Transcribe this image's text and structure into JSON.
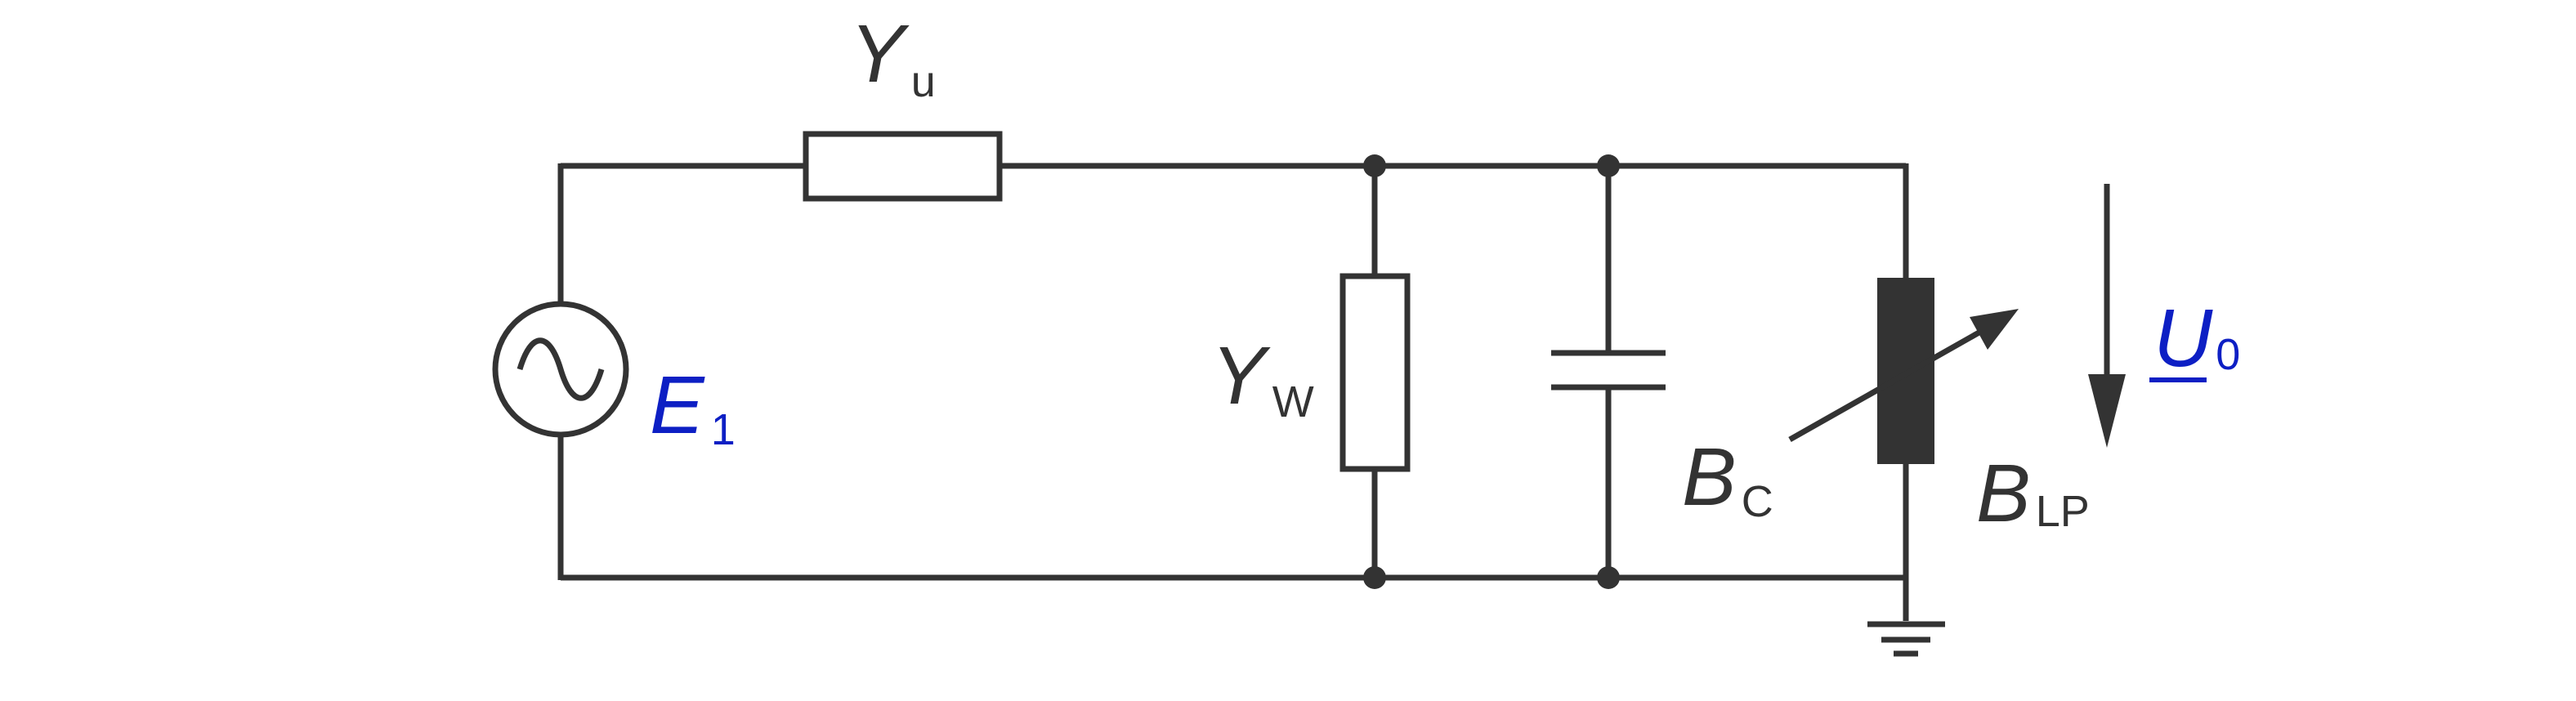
{
  "colors": {
    "wire": "#333333",
    "accent": "#0d1fc4",
    "background": "#ffffff"
  },
  "labels": {
    "yu": {
      "main": "Y",
      "sub": "u"
    },
    "yw": {
      "main": "Y",
      "sub": "W"
    },
    "e1": {
      "main": "E",
      "sub": "1"
    },
    "bc": {
      "main": "B",
      "sub": "C"
    },
    "blp": {
      "main": "B",
      "sub": "LP"
    },
    "u0": {
      "main": "U",
      "sub": "0"
    }
  },
  "symbols": {
    "source": "ac-voltage-source-icon",
    "yu": "resistor-icon",
    "yw": "resistor-icon",
    "capacitor": "capacitor-icon",
    "blp": "variable-resistor-icon",
    "ground": "ground-icon",
    "u0_arrow": "arrow-down-icon"
  }
}
